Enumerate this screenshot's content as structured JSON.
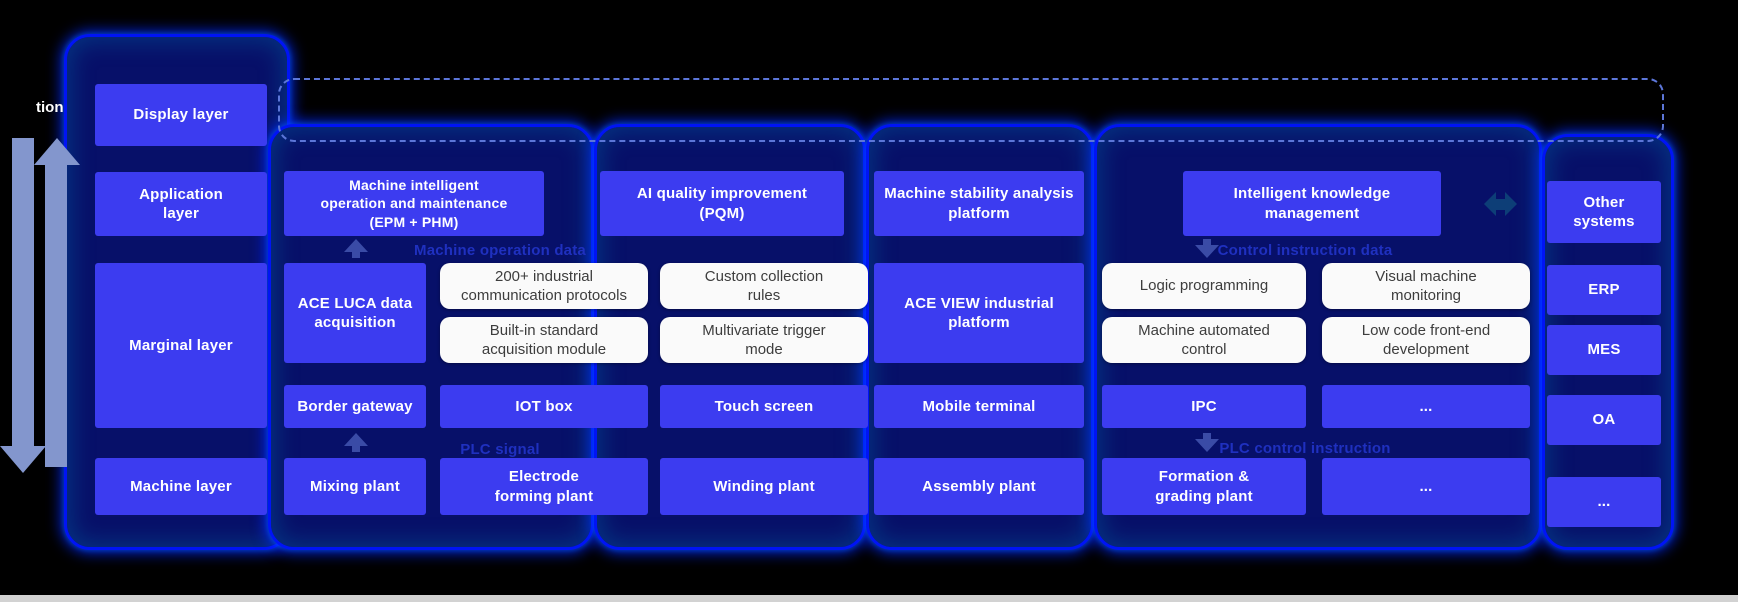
{
  "palette": {
    "background": "#000000",
    "box_blue": "#3c3cf0",
    "container_fill": "#071069",
    "container_glow": "#0014f5",
    "pill_white": "#fafafa",
    "pill_text": "#3d3d3d",
    "flow_label_blue": "#1f30bf",
    "dashed_line": "#5c76d8",
    "big_arrow": "#8396cd",
    "small_arrow": "#3a4ba6",
    "double_arrow": "#0d3e77"
  },
  "left_flow": {
    "clipped_label": "tion"
  },
  "layers": [
    {
      "label": "Display layer"
    },
    {
      "label": "Application\nlayer"
    },
    {
      "label": "Marginal layer"
    },
    {
      "label": "Machine layer"
    }
  ],
  "app_row": [
    "Machine intelligent\noperation and maintenance\n(EPM + PHM)",
    "AI quality improvement\n(PQM)",
    "Machine stability analysis\nplatform",
    "Intelligent knowledge\nmanagement"
  ],
  "marginal_row": {
    "ace_luca": "ACE LUCA data\nacquisition",
    "ace_view": "ACE VIEW industrial\nplatform",
    "pills": [
      "200+ industrial\ncommunication protocols",
      "Built-in standard\nacquisition module",
      "Custom collection\nrules",
      "Multivariate trigger\nmode",
      "Logic programming",
      "Machine automated\ncontrol",
      "Visual machine\nmonitoring",
      "Low code front-end\ndevelopment"
    ]
  },
  "terminal_row": [
    "Border gateway",
    "IOT box",
    "Touch screen",
    "Mobile terminal",
    "IPC",
    "..."
  ],
  "machine_row": [
    "Mixing plant",
    "Electrode\nforming plant",
    "Winding plant",
    "Assembly plant",
    "Formation &\ngrading plant",
    "..."
  ],
  "right_systems": [
    "Other\nsystems",
    "ERP",
    "MES",
    "OA",
    "..."
  ],
  "flow_labels": {
    "machine_operation_data": "Machine operation data",
    "control_instruction_data": "Control instruction data",
    "plc_signal": "PLC signal",
    "plc_control_instruction": "PLC control instruction"
  }
}
